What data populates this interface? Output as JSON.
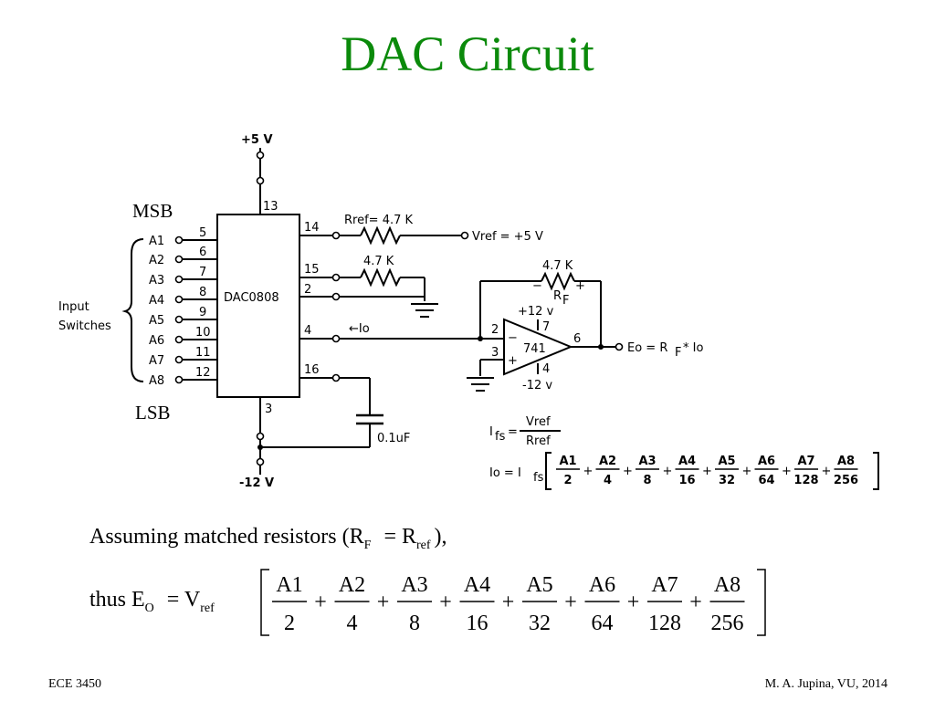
{
  "title": "DAC Circuit",
  "diagram": {
    "msb": "MSB",
    "lsb": "LSB",
    "input_switches": [
      "Input",
      "Switches"
    ],
    "inputs": [
      "A1",
      "A2",
      "A3",
      "A4",
      "A5",
      "A6",
      "A7",
      "A8"
    ],
    "input_pins": [
      "5",
      "6",
      "7",
      "8",
      "9",
      "10",
      "11",
      "12"
    ],
    "chip_label": "DAC0808",
    "supply_pos": "+5 V",
    "supply_neg": "-12 V",
    "pins": {
      "p13": "13",
      "p14": "14",
      "p15": "15",
      "p2": "2",
      "p4": "4",
      "p16": "16",
      "p3": "3"
    },
    "rref_label": "Rref= 4.7 K",
    "vref_label": "Vref = +5 V",
    "r2_label": "4.7 K",
    "rf_value": "4.7 K",
    "rf_name": "R",
    "rf_sub": "F",
    "io_label": "←Io",
    "cap_label": "0.1uF",
    "opamp": {
      "label": "741",
      "vpos": "+12 v",
      "vneg": "-12 v",
      "pin2": "2",
      "pin3": "3",
      "pin6": "6",
      "pin7": "7",
      "pin4": "4",
      "minus": "−",
      "plus": "+"
    },
    "eo_label": "Eo = R",
    "eo_sub": "F",
    "eo_tail": "* Io",
    "ifs": {
      "lhs": "I",
      "sub": "fs",
      "eq": "=",
      "num": "Vref",
      "den": "Rref"
    },
    "io_eq": {
      "lhs": "Io = I",
      "sub": "fs"
    },
    "fractions": [
      {
        "num": "A1",
        "den": "2"
      },
      {
        "num": "A2",
        "den": "4"
      },
      {
        "num": "A3",
        "den": "8"
      },
      {
        "num": "A4",
        "den": "16"
      },
      {
        "num": "A5",
        "den": "32"
      },
      {
        "num": "A6",
        "den": "64"
      },
      {
        "num": "A7",
        "den": "128"
      },
      {
        "num": "A8",
        "den": "256"
      }
    ],
    "plus": "+"
  },
  "text": {
    "assuming": "Assuming matched resistors (R",
    "assuming_sub_f": "F",
    "assuming_eq": "= R",
    "assuming_sub_ref": "ref",
    "assuming_tail": "),",
    "thus": "thus E",
    "thus_sub": "O",
    "thus_eq": "= V",
    "thus_sub_ref": "ref"
  },
  "footer": {
    "left": "ECE 3450",
    "right": "M. A. Jupina, VU, 2014"
  }
}
